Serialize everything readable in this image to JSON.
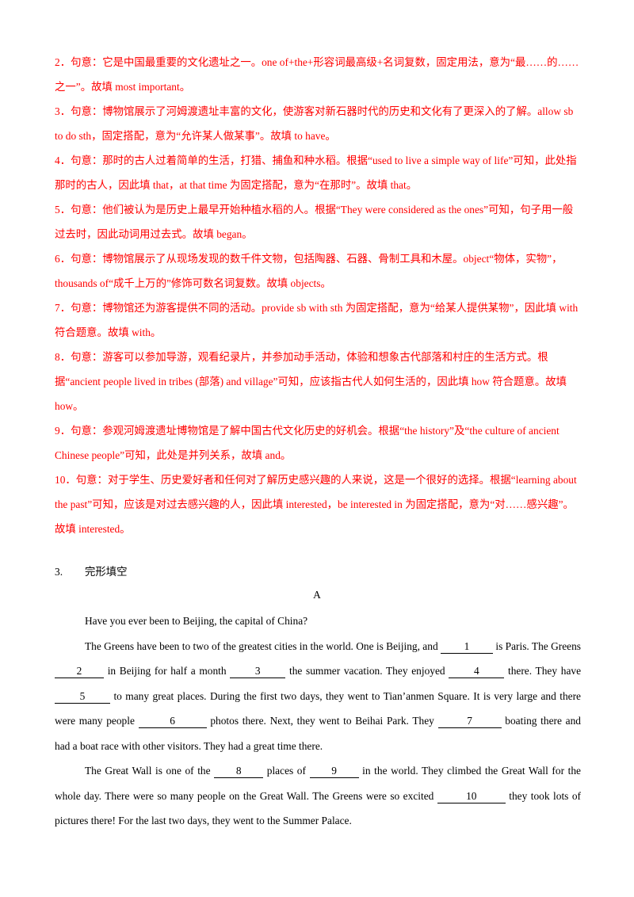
{
  "explanations": [
    "2．句意：它是中国最重要的文化遗址之一。one of+the+形容词最高级+名词复数，固定用法，意为“最……的……之一”。故填 most important。",
    "3．句意：博物馆展示了河姆渡遗址丰富的文化，使游客对新石器时代的历史和文化有了更深入的了解。allow sb to do sth，固定搭配，意为“允许某人做某事”。故填 to have。",
    "4．句意：那时的古人过着简单的生活，打猎、捕鱼和种水稻。根据“used to live a simple way of life”可知，此处指那时的古人，因此填 that，at that time 为固定搭配，意为“在那时”。故填 that。",
    "5．句意：他们被认为是历史上最早开始种植水稻的人。根据“They were considered as the ones”可知，句子用一般过去时，因此动词用过去式。故填 began。",
    "6．句意：博物馆展示了从现场发现的数千件文物，包括陶器、石器、骨制工具和木屋。object“物体，实物”，thousands of“成千上万的”修饰可数名词复数。故填 objects。",
    "7．句意：博物馆还为游客提供不同的活动。provide sb with sth 为固定搭配，意为“给某人提供某物”，因此填 with 符合题意。故填 with。",
    "8．句意：游客可以参加导游，观看纪录片，并参加动手活动，体验和想象古代部落和村庄的生活方式。根据“ancient people lived in tribes (部落) and village”可知，应该指古代人如何生活的，因此填 how 符合题意。故填 how。",
    "9．句意：参观河姆渡遗址博物馆是了解中国古代文化历史的好机会。根据“the history”及“the culture of ancient Chinese people”可知，此处是并列关系，故填 and。",
    "10．句意：对于学生、历史爱好者和任何对了解历史感兴趣的人来说，这是一个很好的选择。根据“learning about the past”可知，应该是对过去感兴趣的人，因此填 interested，be interested in 为固定搭配，意为“对……感兴趣”。故填 interested。"
  ],
  "section": {
    "number": "3.",
    "title": "完形填空"
  },
  "passage": {
    "title": "A",
    "p1": "Have you ever been to Beijing, the capital of China?",
    "p2": {
      "t0": "The Greens have been to two of the greatest cities in the world. One is Beijing, and ",
      "t1": " is Paris. The Greens ",
      "t2": " in Beijing for half a month ",
      "t3": " the summer vacation. They enjoyed ",
      "t4": " there. They have ",
      "t5": " to many great places. During the first two days, they went to Tian’anmen Square. It is very large and there were many people ",
      "t6": " photos there. Next, they went to Beihai Park. They ",
      "t7": " boating there and had a boat race with other visitors. They had a great time there."
    },
    "p3": {
      "t0": "The Great Wall is one of the ",
      "t1": " places of ",
      "t2": " in the world. They climbed the Great Wall for the whole day. There were so many people on the Great Wall. The Greens were so excited ",
      "t3": " they took lots of pictures there! For the last two days, they went to the Summer Palace."
    },
    "blanks": [
      "1",
      "2",
      "3",
      "4",
      "5",
      "6",
      "7",
      "8",
      "9",
      "10"
    ]
  }
}
